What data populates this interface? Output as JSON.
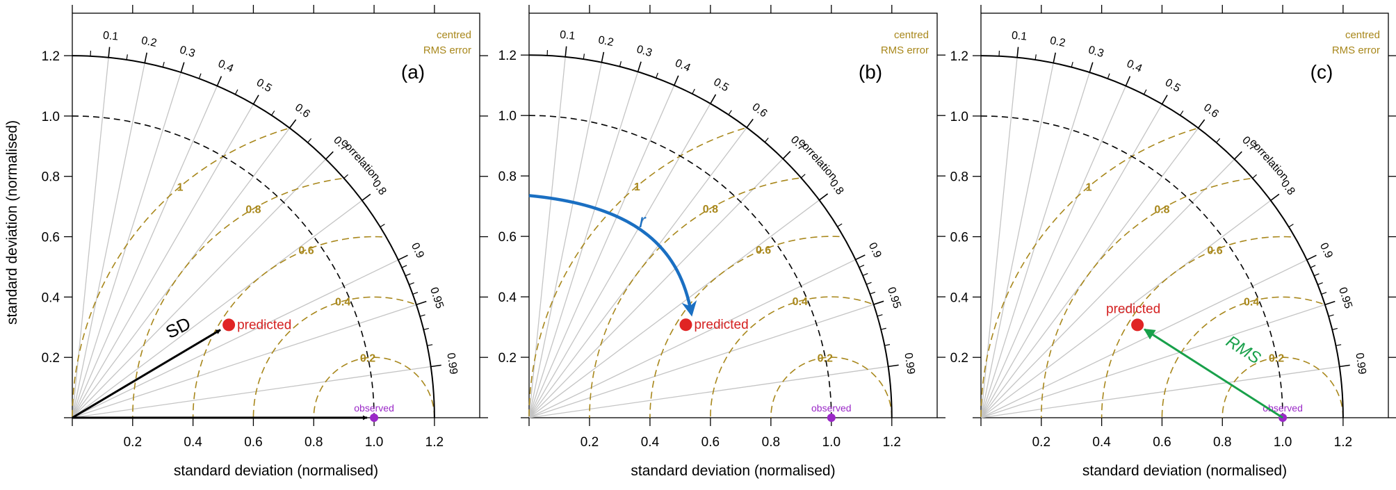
{
  "chart_data": [
    {
      "type": "scatter",
      "panel_label": "(a)",
      "xlabel": "standard deviation (normalised)",
      "ylabel": "standard deviation (normalised)",
      "xlim": [
        0,
        1.35
      ],
      "ylim": [
        0,
        1.35
      ],
      "x_ticks": [
        "0.2",
        "0.4",
        "0.6",
        "0.8",
        "1.0",
        "1.2"
      ],
      "y_ticks": [
        "0.2",
        "0.4",
        "0.6",
        "0.8",
        "1.0",
        "1.2"
      ],
      "correlation_title": "correlation",
      "correlation_ticks": [
        "0.1",
        "0.2",
        "0.3",
        "0.4",
        "0.5",
        "0.6",
        "0.7",
        "0.8",
        "0.9",
        "0.95",
        "0.99"
      ],
      "rms_legend": [
        "centred",
        "RMS error"
      ],
      "rms_contours": [
        "0.2",
        "0.4",
        "0.6",
        "0.8",
        "1"
      ],
      "predicted": {
        "label": "predicted",
        "sd": 0.603,
        "correlation": 0.86
      },
      "observed": {
        "label": "observed",
        "sd": 1.0,
        "correlation": 1.0
      },
      "annotation": {
        "label": "SD",
        "color": "#000000"
      }
    },
    {
      "type": "scatter",
      "panel_label": "(b)",
      "xlabel": "standard deviation (normalised)",
      "ylabel": "",
      "xlim": [
        0,
        1.35
      ],
      "ylim": [
        0,
        1.35
      ],
      "x_ticks": [
        "0.2",
        "0.4",
        "0.6",
        "0.8",
        "1.0",
        "1.2"
      ],
      "y_ticks": [
        "0.2",
        "0.4",
        "0.6",
        "0.8",
        "1.0",
        "1.2"
      ],
      "correlation_title": "correlation",
      "correlation_ticks": [
        "0.1",
        "0.2",
        "0.3",
        "0.4",
        "0.5",
        "0.6",
        "0.7",
        "0.8",
        "0.9",
        "0.95",
        "0.99"
      ],
      "rms_legend": [
        "centred",
        "RMS error"
      ],
      "rms_contours": [
        "0.2",
        "0.4",
        "0.6",
        "0.8",
        "1"
      ],
      "predicted": {
        "label": "predicted",
        "sd": 0.603,
        "correlation": 0.86
      },
      "observed": {
        "label": "observed",
        "sd": 1.0,
        "correlation": 1.0
      },
      "annotation": {
        "label": "r",
        "color": "#1a6fc2"
      }
    },
    {
      "type": "scatter",
      "panel_label": "(c)",
      "xlabel": "standard deviation (normalised)",
      "ylabel": "",
      "xlim": [
        0,
        1.35
      ],
      "ylim": [
        0,
        1.35
      ],
      "x_ticks": [
        "0.2",
        "0.4",
        "0.6",
        "0.8",
        "1.0",
        "1.2"
      ],
      "y_ticks": [
        "0.2",
        "0.4",
        "0.6",
        "0.8",
        "1.0",
        "1.2"
      ],
      "correlation_title": "correlation",
      "correlation_ticks": [
        "0.1",
        "0.2",
        "0.3",
        "0.4",
        "0.5",
        "0.6",
        "0.7",
        "0.8",
        "0.9",
        "0.95",
        "0.99"
      ],
      "rms_legend": [
        "centred",
        "RMS error"
      ],
      "rms_contours": [
        "0.2",
        "0.4",
        "0.6",
        "0.8",
        "1"
      ],
      "predicted": {
        "label": "predicted",
        "sd": 0.603,
        "correlation": 0.86
      },
      "observed": {
        "label": "observed",
        "sd": 1.0,
        "correlation": 1.0
      },
      "annotation": {
        "label": "RMS",
        "color": "#18a04a"
      }
    }
  ]
}
